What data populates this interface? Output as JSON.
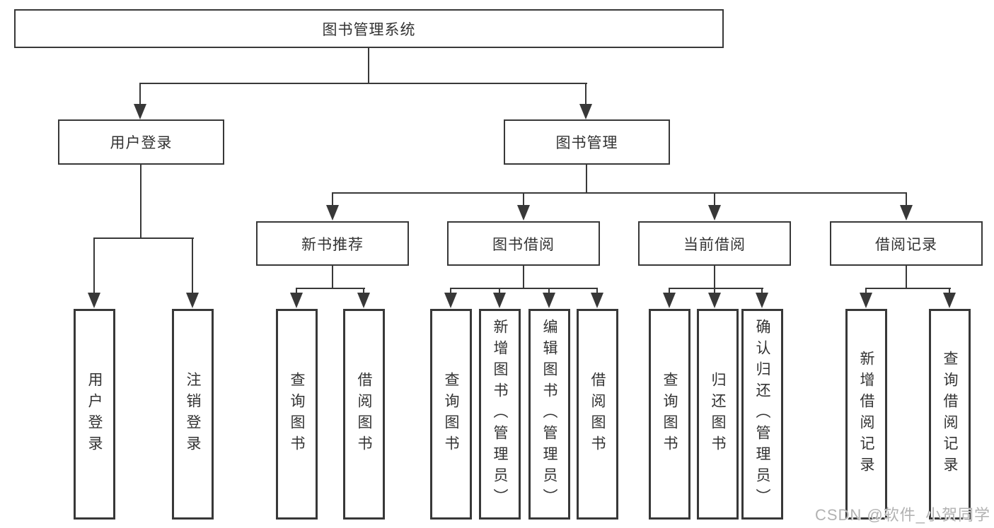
{
  "diagram": {
    "root": {
      "label": "图书管理系统"
    },
    "branches": [
      {
        "label": "用户登录",
        "children": [
          {
            "label": "用户登录"
          },
          {
            "label": "注销登录"
          }
        ]
      },
      {
        "label": "图书管理",
        "children": [
          {
            "label": "新书推荐",
            "children": [
              {
                "label": "查询图书"
              },
              {
                "label": "借阅图书"
              }
            ]
          },
          {
            "label": "图书借阅",
            "children": [
              {
                "label": "查询图书"
              },
              {
                "label": "新增图书（管理员）"
              },
              {
                "label": "编辑图书（管理员）"
              },
              {
                "label": "借阅图书"
              }
            ]
          },
          {
            "label": "当前借阅",
            "children": [
              {
                "label": "查询图书"
              },
              {
                "label": "归还图书"
              },
              {
                "label": "确认归还（管理员）"
              }
            ]
          },
          {
            "label": "借阅记录",
            "children": [
              {
                "label": "新增借阅记录"
              },
              {
                "label": "查询借阅记录"
              }
            ]
          }
        ]
      }
    ]
  },
  "colors": {
    "line": "#383838",
    "text": "#333333",
    "watermark": "#b2b2b2",
    "background": "#ffffff"
  },
  "watermark": {
    "text": "CSDN @软件_小贺同学"
  }
}
